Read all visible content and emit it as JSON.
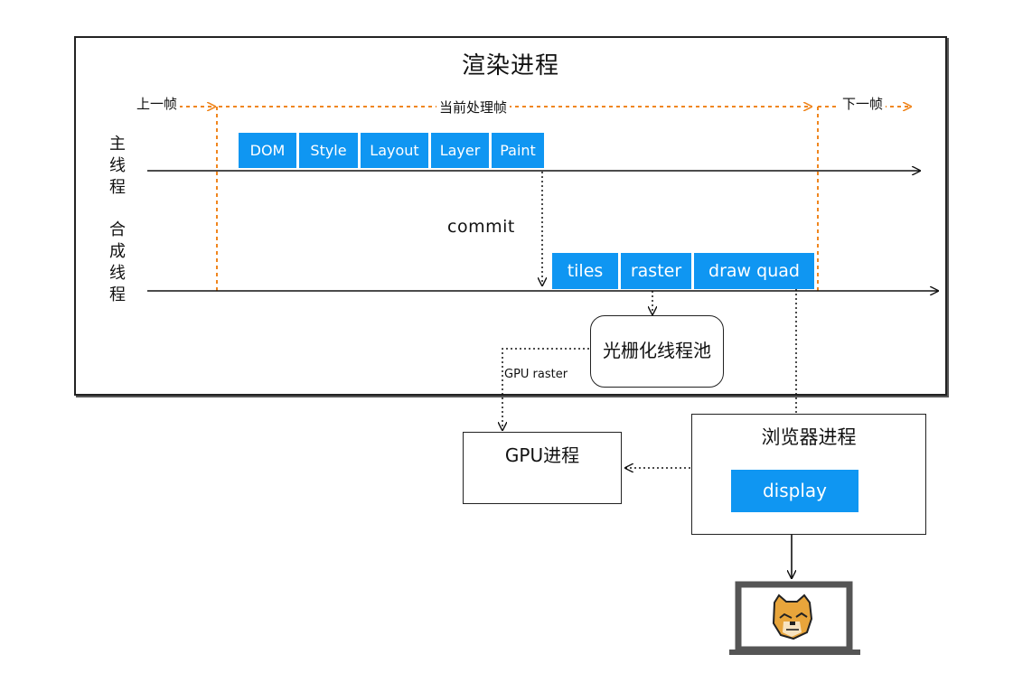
{
  "title": "渲染进程",
  "frames": {
    "prev": "上一帧",
    "current": "当前处理帧",
    "next": "下一帧"
  },
  "threads": {
    "main": "主线程",
    "compositor": "合成线程"
  },
  "main_stages": [
    "DOM",
    "Style",
    "Layout",
    "Layer",
    "Paint"
  ],
  "compositor_stages": [
    "tiles",
    "raster",
    "draw quad"
  ],
  "commit": "commit",
  "raster_pool": "光栅化线程池",
  "gpu_raster": "GPU raster",
  "gpu_process": "GPU进程",
  "browser_process": "浏览器进程",
  "display": "display",
  "colors": {
    "stage_blue": "#0f96f2",
    "frame_orange": "#f0861e",
    "line": "#111111",
    "monitor": "#555555",
    "doge_fur": "#e8a53b"
  },
  "icons": {
    "monitor": "monitor-icon",
    "doge": "doge-face-icon"
  }
}
